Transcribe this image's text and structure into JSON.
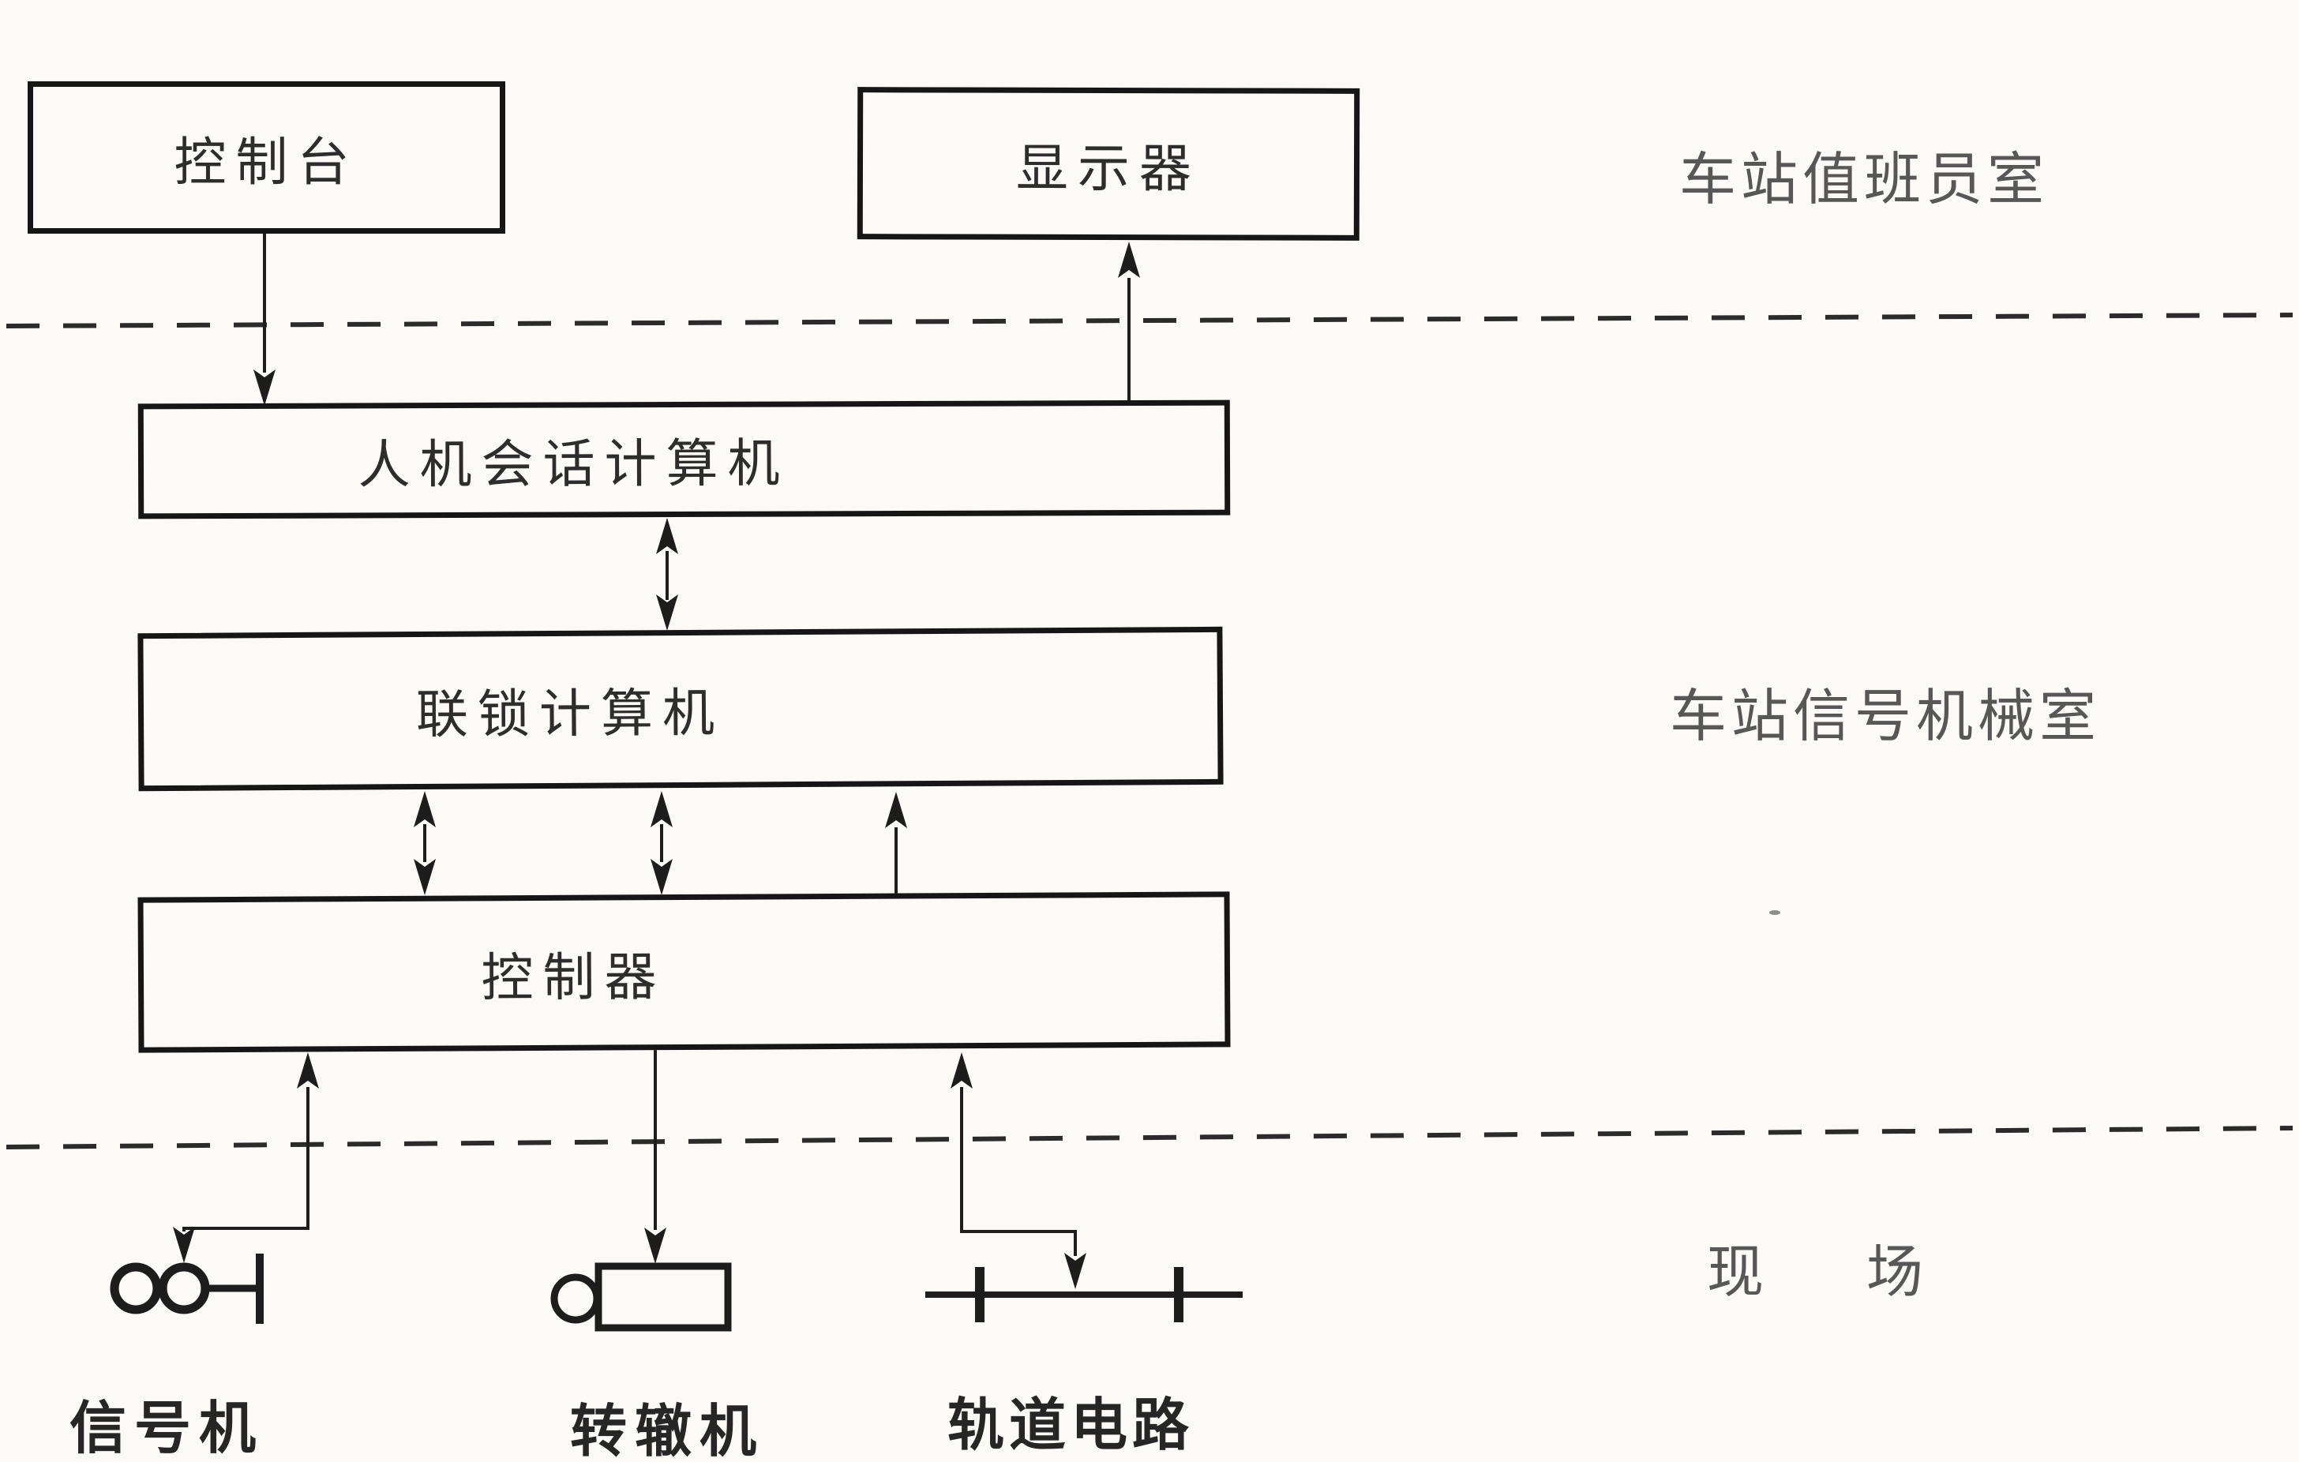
{
  "colors": {
    "background": "#fbfaf7",
    "line": "#1d1d1d",
    "box_border": "#161616",
    "box_label": "#2d2d2d",
    "room_label": "#575757",
    "device_label": "#262626"
  },
  "boxes": {
    "console": {
      "label": "控制台"
    },
    "display": {
      "label": "显示器"
    },
    "hmi_computer": {
      "label": "人机会话计算机"
    },
    "interlocking_computer": {
      "label": "联锁计算机"
    },
    "controller": {
      "label": "控制器"
    }
  },
  "rooms": {
    "operator_room": {
      "label": "车站值班员室"
    },
    "machinery_room": {
      "label": "车站信号机械室"
    },
    "field": {
      "label": "现场"
    }
  },
  "field_devices": {
    "signal": {
      "label": "信号机",
      "icon": "signal-icon"
    },
    "point_machine": {
      "label": "转辙机",
      "icon": "point-machine-icon"
    },
    "track_circuit": {
      "label": "轨道电路",
      "icon": "track-circuit-icon"
    }
  }
}
